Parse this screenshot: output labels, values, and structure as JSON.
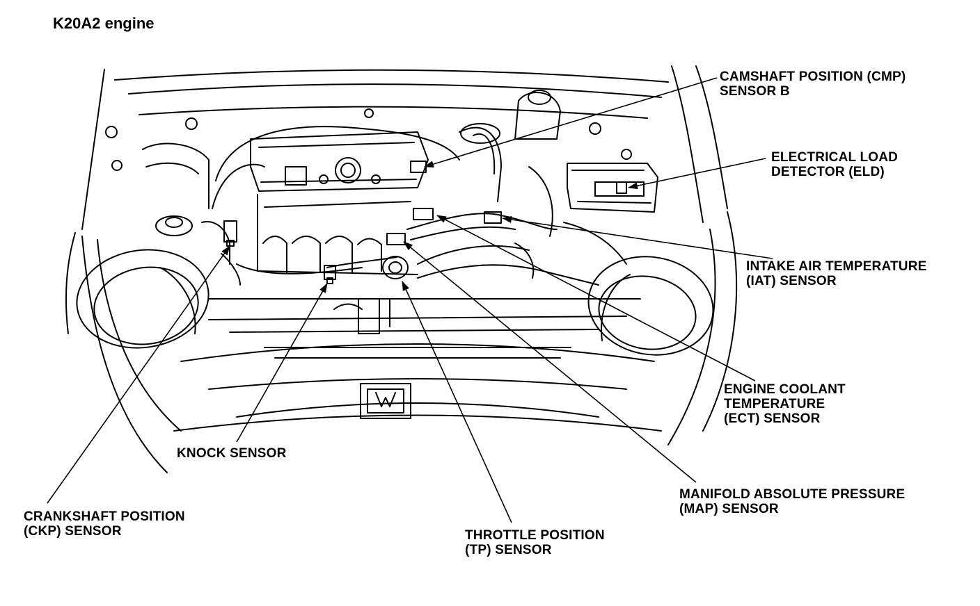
{
  "title": "K20A2 engine",
  "labels": {
    "cmp": {
      "line1": "CAMSHAFT POSITION (CMP)",
      "line2": "SENSOR B"
    },
    "eld": {
      "line1": "ELECTRICAL LOAD",
      "line2": "DETECTOR (ELD)"
    },
    "iat": {
      "line1": "INTAKE AIR TEMPERATURE",
      "line2": "(IAT) SENSOR"
    },
    "ect": {
      "line1": "ENGINE COOLANT",
      "line2": "TEMPERATURE",
      "line3": "(ECT) SENSOR"
    },
    "map": {
      "line1": "MANIFOLD ABSOLUTE PRESSURE",
      "line2": "(MAP) SENSOR"
    },
    "tp": {
      "line1": "THROTTLE POSITION",
      "line2": "(TP) SENSOR"
    },
    "knock": {
      "line1": "KNOCK SENSOR"
    },
    "ckp": {
      "line1": "CRANKSHAFT POSITION",
      "line2": "(CKP) SENSOR"
    }
  }
}
